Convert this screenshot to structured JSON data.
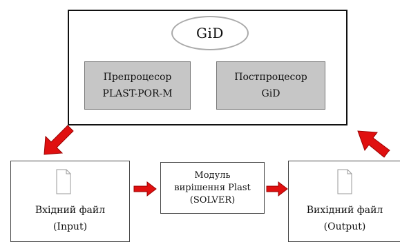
{
  "gid": {
    "title": "GiD",
    "preprocessor": {
      "line1": "Препроцесор",
      "line2": "PLAST-POR-M"
    },
    "postprocessor": {
      "line1": "Постпроцесор",
      "line2": "GiD"
    }
  },
  "input_file": {
    "line1": "Вхідний файл",
    "line2": "(Input)"
  },
  "solver": {
    "line1": "Модуль",
    "line2": "вирішення Plast",
    "line3": "(SOLVER)"
  },
  "output_file": {
    "line1": "Вихідний файл",
    "line2": "(Output)"
  },
  "colors": {
    "arrow": "#e01010",
    "processor_fill": "#c6c6c6",
    "ellipse_border": "#aaaaaa"
  },
  "icons": {
    "input": "document-icon",
    "output": "document-icon",
    "flow": "arrow-icon"
  }
}
